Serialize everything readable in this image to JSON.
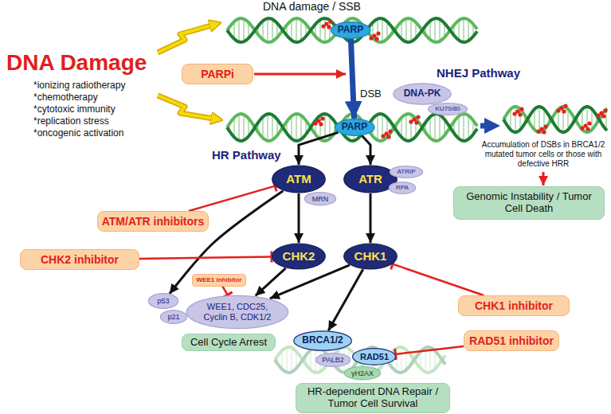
{
  "diagram": {
    "nodes": [
      {
        "text": [
          "PARP"
        ]
      },
      {
        "text": [
          "PARPi"
        ]
      },
      {
        "text": [
          "PARP"
        ]
      },
      {
        "text": [
          "DNA-PK"
        ]
      },
      {
        "text": [
          "KU70/80"
        ]
      },
      {
        "text": [
          "ATM"
        ]
      },
      {
        "text": [
          "MRN"
        ]
      },
      {
        "text": [
          "ATR"
        ]
      },
      {
        "text": [
          "ATRIP"
        ]
      },
      {
        "text": [
          "RPA"
        ]
      },
      {
        "text": [
          "ATM/ATR inhibitors"
        ]
      },
      {
        "text": [
          "CHK2 inhibitor"
        ]
      },
      {
        "text": [
          "CHK2"
        ]
      },
      {
        "text": [
          "CHK1"
        ]
      },
      {
        "text": [
          "CHK1 inhibitor"
        ]
      },
      {
        "text": [
          "WEE1 inhibitor"
        ]
      },
      {
        "text": [
          "p53"
        ]
      },
      {
        "text": [
          "p21"
        ]
      },
      {
        "text": [
          "WEE1, CDC25, Cyclin B, CDK1/2"
        ]
      },
      {
        "text": [
          "Cell Cycle Arrest"
        ]
      },
      {
        "text": [
          "BRCA1/2"
        ]
      },
      {
        "text": [
          "PALB2"
        ]
      },
      {
        "text": [
          "RAD51"
        ]
      },
      {
        "text": [
          "γH2AX"
        ]
      },
      {
        "text": [
          "RAD51 inhibitor"
        ]
      },
      {
        "text": [
          "HR-dependent DNA Repair / Tumor Cell Survival"
        ]
      },
      {
        "text": [
          "Genomic Instability / Tumor Cell Death"
        ]
      }
    ],
    "edges": [
      {
        "from": 0,
        "to": 2,
        "arrow": "to"
      },
      {
        "from": 2,
        "to": 5,
        "arrow": "to"
      },
      {
        "from": 2,
        "to": 7,
        "arrow": "to"
      },
      {
        "from": 5,
        "to": 12,
        "arrow": "to"
      },
      {
        "from": 7,
        "to": 13,
        "arrow": "to"
      },
      {
        "from": 5,
        "to": 16,
        "arrow": "to"
      },
      {
        "from": 12,
        "to": 18,
        "arrow": "to"
      },
      {
        "from": 13,
        "to": 18,
        "arrow": "to"
      },
      {
        "from": 13,
        "to": 20,
        "arrow": "to"
      },
      {
        "from": 10,
        "to": 5,
        "arrow": "to"
      },
      {
        "from": 11,
        "to": 12,
        "arrow": "to"
      },
      {
        "from": 14,
        "to": 13,
        "arrow": "to"
      },
      {
        "from": 15,
        "to": 18,
        "arrow": "to"
      },
      {
        "from": 24,
        "to": 22,
        "arrow": "to"
      }
    ],
    "labels": [
      "DNA damage / SSB",
      "DNA Damage",
      "*ionizing radiotherapy",
      "*chemotherapy",
      "*cytotoxic immunity",
      "*replication stress",
      "*oncogenic activation",
      "DSB",
      "NHEJ Pathway",
      "HR Pathway",
      "Accumulation of DSBs in BRCA1/2 mutated tumor cells or those with defective HRR"
    ]
  }
}
